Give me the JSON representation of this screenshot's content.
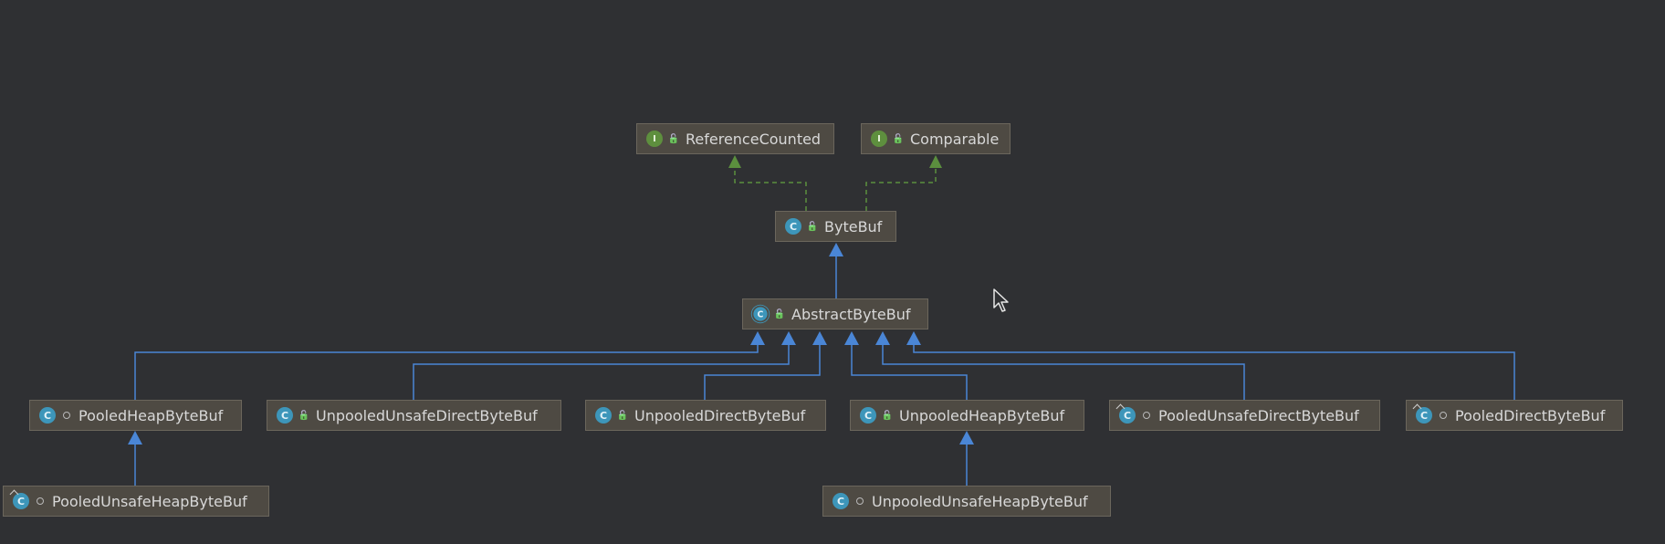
{
  "nodes": {
    "reference_counted": {
      "label": "ReferenceCounted",
      "kind": "interface",
      "badge": "I"
    },
    "comparable": {
      "label": "Comparable",
      "kind": "interface",
      "badge": "I"
    },
    "byte_buf": {
      "label": "ByteBuf",
      "kind": "class",
      "badge": "C"
    },
    "abstract_byte_buf": {
      "label": "AbstractByteBuf",
      "kind": "abstract-class",
      "badge": "C"
    },
    "pooled_heap_byte_buf": {
      "label": "PooledHeapByteBuf",
      "kind": "class",
      "badge": "C"
    },
    "unpooled_unsafe_direct_byte_buf": {
      "label": "UnpooledUnsafeDirectByteBuf",
      "kind": "class",
      "badge": "C"
    },
    "unpooled_direct_byte_buf": {
      "label": "UnpooledDirectByteBuf",
      "kind": "class",
      "badge": "C"
    },
    "unpooled_heap_byte_buf": {
      "label": "UnpooledHeapByteBuf",
      "kind": "class",
      "badge": "C"
    },
    "pooled_unsafe_direct_byte_buf": {
      "label": "PooledUnsafeDirectByteBuf",
      "kind": "final-class",
      "badge": "C"
    },
    "pooled_direct_byte_buf": {
      "label": "PooledDirectByteBuf",
      "kind": "final-class",
      "badge": "C"
    },
    "pooled_unsafe_heap_byte_buf": {
      "label": "PooledUnsafeHeapByteBuf",
      "kind": "final-class",
      "badge": "C"
    },
    "unpooled_unsafe_heap_byte_buf": {
      "label": "UnpooledUnsafeHeapByteBuf",
      "kind": "class",
      "badge": "C"
    }
  },
  "relations": [
    {
      "from": "byte_buf",
      "to": "reference_counted",
      "type": "implements"
    },
    {
      "from": "byte_buf",
      "to": "comparable",
      "type": "implements"
    },
    {
      "from": "abstract_byte_buf",
      "to": "byte_buf",
      "type": "extends"
    },
    {
      "from": "pooled_heap_byte_buf",
      "to": "abstract_byte_buf",
      "type": "extends"
    },
    {
      "from": "unpooled_unsafe_direct_byte_buf",
      "to": "abstract_byte_buf",
      "type": "extends"
    },
    {
      "from": "unpooled_direct_byte_buf",
      "to": "abstract_byte_buf",
      "type": "extends"
    },
    {
      "from": "unpooled_heap_byte_buf",
      "to": "abstract_byte_buf",
      "type": "extends"
    },
    {
      "from": "pooled_unsafe_direct_byte_buf",
      "to": "abstract_byte_buf",
      "type": "extends"
    },
    {
      "from": "pooled_direct_byte_buf",
      "to": "abstract_byte_buf",
      "type": "extends"
    },
    {
      "from": "pooled_unsafe_heap_byte_buf",
      "to": "pooled_heap_byte_buf",
      "type": "extends"
    },
    {
      "from": "unpooled_unsafe_heap_byte_buf",
      "to": "unpooled_heap_byte_buf",
      "type": "extends"
    }
  ],
  "colors": {
    "background": "#2f3033",
    "node_fill": "#4e4a43",
    "extends_edge": "#4a86d6",
    "implements_edge": "#5b8f3e"
  }
}
